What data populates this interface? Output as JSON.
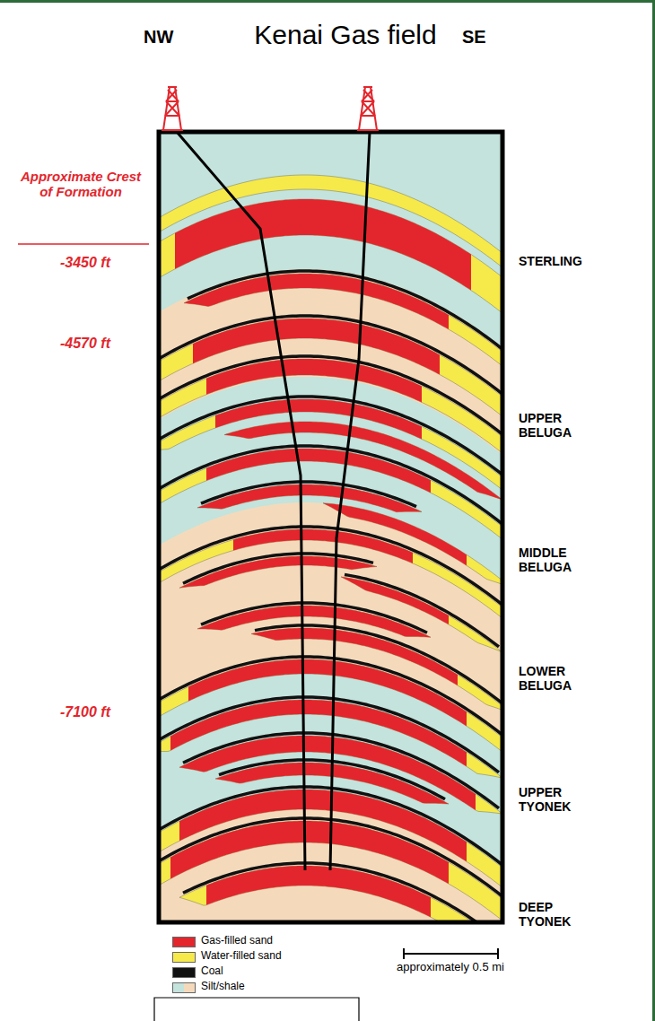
{
  "diagram": {
    "title": "Kenai Gas field",
    "labels": [
      "NW",
      "SE",
      "Approximate Crest of Formation",
      "-3450 ft",
      "-4570 ft",
      "-7100 ft",
      "STERLING",
      "UPPER BELUGA",
      "MIDDLE BELUGA",
      "LOWER BELUGA",
      "UPPER TYONEK",
      "DEEP TYONEK",
      "approximately 0.5 mi"
    ],
    "legend": [
      {
        "text": "Gas-filled sand",
        "color": "#e3262d"
      },
      {
        "text": "Water-filled sand",
        "color": "#f6e94a"
      },
      {
        "text": "Coal",
        "color": "#111111"
      },
      {
        "text": "Silt/shale"
      }
    ]
  }
}
